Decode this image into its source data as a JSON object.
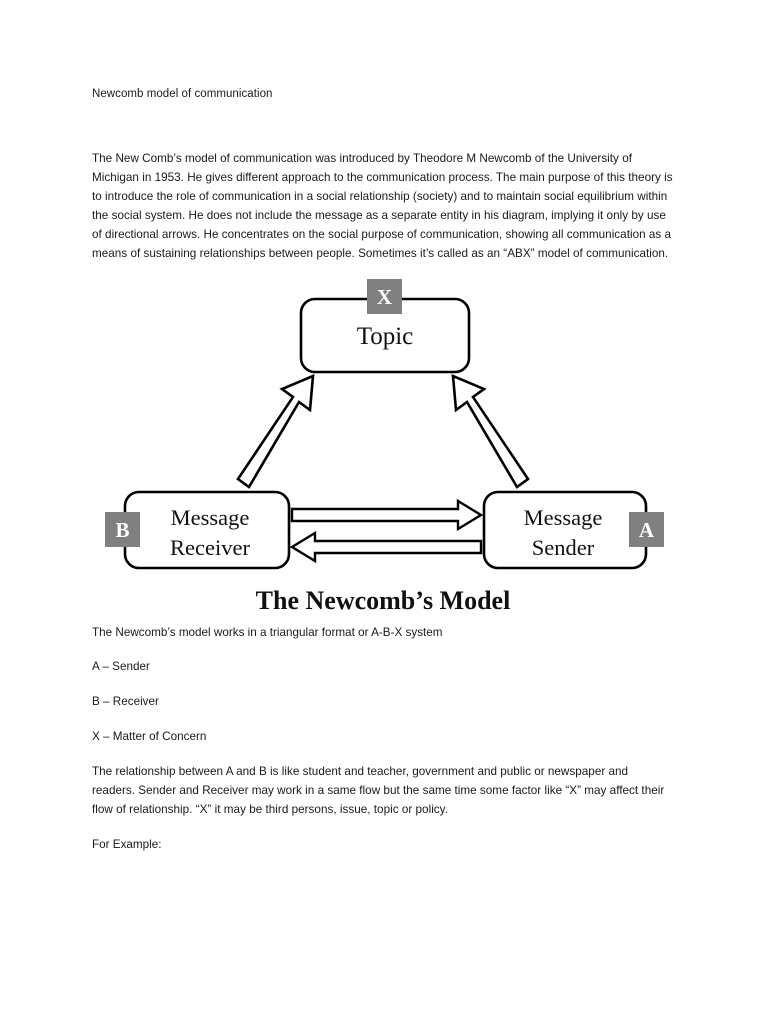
{
  "document": {
    "title": "Newcomb model of communication",
    "intro_paragraph": "The New Comb’s model of communication was introduced by Theodore M Newcomb of the University of Michigan in 1953. He gives different approach to the communication process. The main purpose of this theory is to introduce the role of communication in a social relationship (society) and to maintain social equilibrium within the social system. He does not include the message as a separate entity in his diagram, implying it only by use of directional arrows. He concentrates on the social purpose of communication, showing all communication as a means of sustaining relationships between people. Sometimes it’s called as an “ABX” model of communication.",
    "after_diagram_lead": "The Newcomb’s model works in a triangular format or A-B-X system",
    "legend": [
      "A – Sender",
      "B – Receiver",
      "X – Matter of Concern"
    ],
    "relationship_paragraph": "The relationship between A and B is like student and teacher, government and public or newspaper and readers. Sender and Receiver may work in a same flow but the same time some factor like “X” may affect their flow of relationship.  “X” it may be third persons, issue, topic or policy.",
    "for_example_label": "For Example:"
  },
  "diagram": {
    "caption": "The Newcomb’s Model",
    "badge_color": "#808080",
    "line_color": "#000000",
    "fill_color": "#ffffff",
    "nodes": {
      "topic": {
        "label": "Topic",
        "badge": "X"
      },
      "receiver": {
        "label_line1": "Message",
        "label_line2": "Receiver",
        "badge": "B"
      },
      "sender": {
        "label_line1": "Message",
        "label_line2": "Sender",
        "badge": "A"
      }
    },
    "connectors": [
      {
        "name": "receiver-to-topic",
        "style": "block-arrow",
        "direction": "up-right"
      },
      {
        "name": "sender-to-topic",
        "style": "block-arrow",
        "direction": "up-left"
      },
      {
        "name": "receiver-to-sender",
        "style": "thin-arrow",
        "direction": "right"
      },
      {
        "name": "sender-to-receiver",
        "style": "thin-arrow",
        "direction": "left"
      }
    ]
  }
}
